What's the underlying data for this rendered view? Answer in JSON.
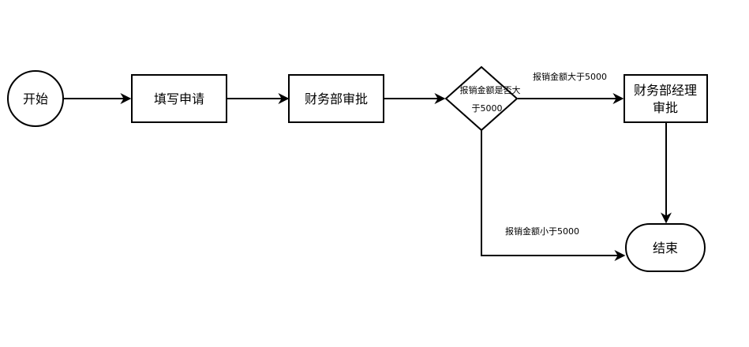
{
  "nodes": {
    "start": "开始",
    "fill_application": "填写申请",
    "finance_approval": "财务部审批",
    "decision_line1": "报销金额是否大",
    "decision_line2": "于5000",
    "manager_line1": "财务部经理",
    "manager_line2": "审批",
    "end": "结束"
  },
  "edges": {
    "greater_label": "报销金额大于5000",
    "less_label": "报销金额小于5000"
  }
}
